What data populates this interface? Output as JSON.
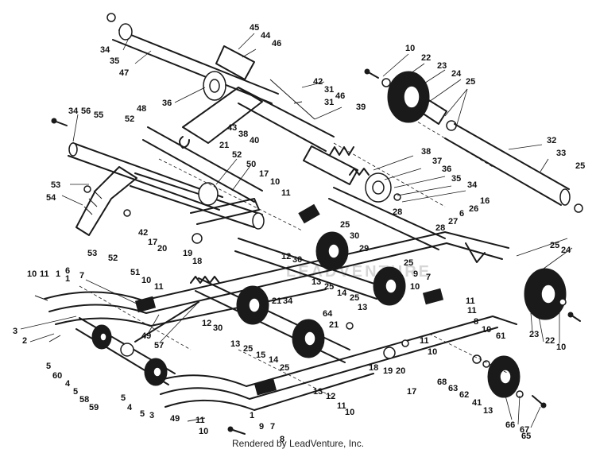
{
  "diagram": {
    "credit": "Rendered by LeadVenture, Inc.",
    "watermark": "LEADVENTURE",
    "callouts": [
      "1",
      "2",
      "3",
      "4",
      "5",
      "6",
      "7",
      "8",
      "9",
      "10",
      "11",
      "12",
      "13",
      "14",
      "15",
      "16",
      "17",
      "18",
      "19",
      "20",
      "21",
      "22",
      "23",
      "24",
      "25",
      "26",
      "27",
      "28",
      "29",
      "30",
      "31",
      "32",
      "33",
      "34",
      "35",
      "36",
      "37",
      "38",
      "39",
      "40",
      "41",
      "42",
      "43",
      "44",
      "45",
      "46",
      "47",
      "48",
      "49",
      "50",
      "51",
      "52",
      "53",
      "54",
      "55",
      "56",
      "57",
      "58",
      "59",
      "60",
      "61",
      "62",
      "63",
      "64",
      "65",
      "66",
      "67",
      "68"
    ]
  }
}
